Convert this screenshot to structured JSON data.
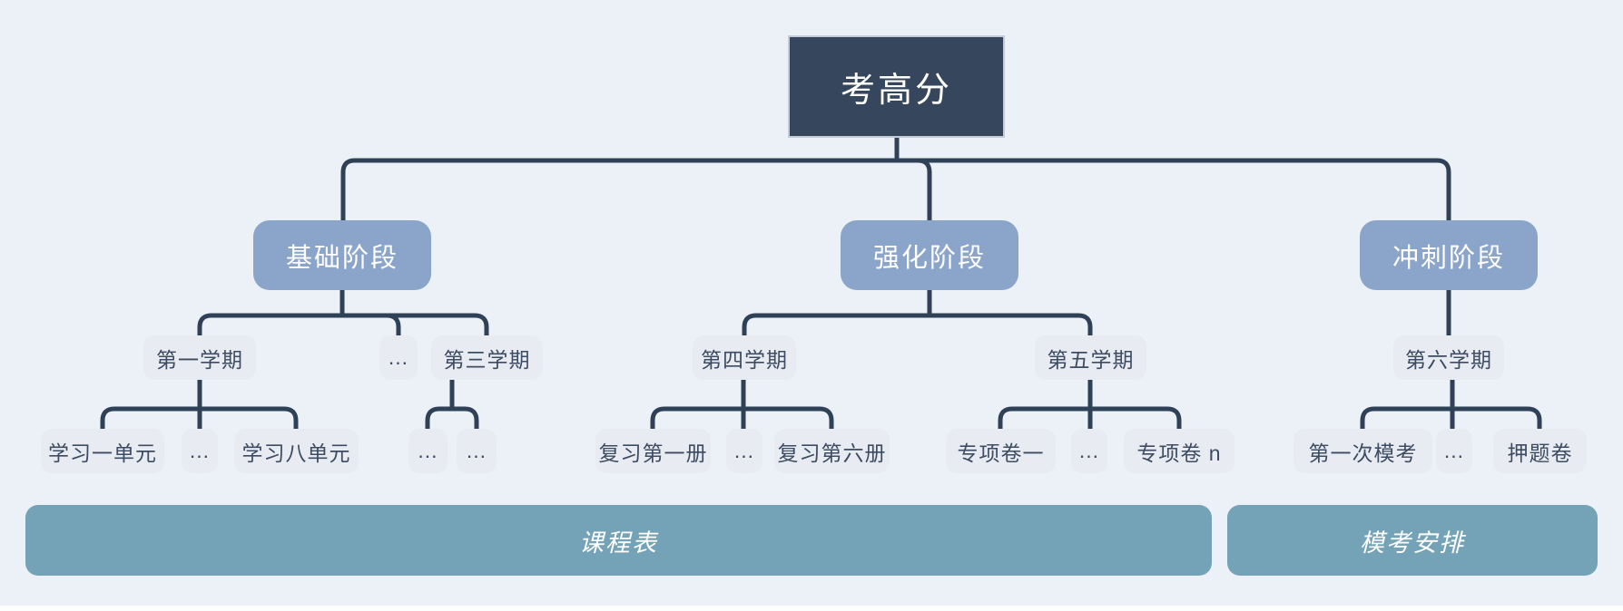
{
  "colors": {
    "background": "#ecf1f8",
    "root_fill": "#35465d",
    "root_border": "#c5ccd8",
    "stage_fill": "#8ba5ca",
    "item_fill": "#e8ebf1",
    "item_text": "#3d4c63",
    "line": "#2f4156",
    "bar_fill": "#74a3b8",
    "text_light": "#ffffff"
  },
  "tree": {
    "root": {
      "label": "考高分"
    },
    "stages": [
      {
        "label": "基础阶段",
        "children": [
          {
            "label": "第一学期",
            "children": [
              {
                "label": "学习一单元"
              },
              {
                "label": "..."
              },
              {
                "label": "学习八单元"
              }
            ]
          },
          {
            "label": "..."
          },
          {
            "label": "第三学期",
            "children": [
              {
                "label": "..."
              },
              {
                "label": "..."
              }
            ]
          }
        ]
      },
      {
        "label": "强化阶段",
        "children": [
          {
            "label": "第四学期",
            "children": [
              {
                "label": "复习第一册"
              },
              {
                "label": "..."
              },
              {
                "label": "复习第六册"
              }
            ]
          },
          {
            "label": "第五学期",
            "children": [
              {
                "label": "专项卷一"
              },
              {
                "label": "..."
              },
              {
                "label": "专项卷 n"
              }
            ]
          }
        ]
      },
      {
        "label": "冲刺阶段",
        "children": [
          {
            "label": "第六学期",
            "children": [
              {
                "label": "第一次模考"
              },
              {
                "label": "..."
              },
              {
                "label": "押题卷"
              }
            ]
          }
        ]
      }
    ]
  },
  "footer_bars": [
    {
      "label": "课程表"
    },
    {
      "label": "模考安排"
    }
  ]
}
